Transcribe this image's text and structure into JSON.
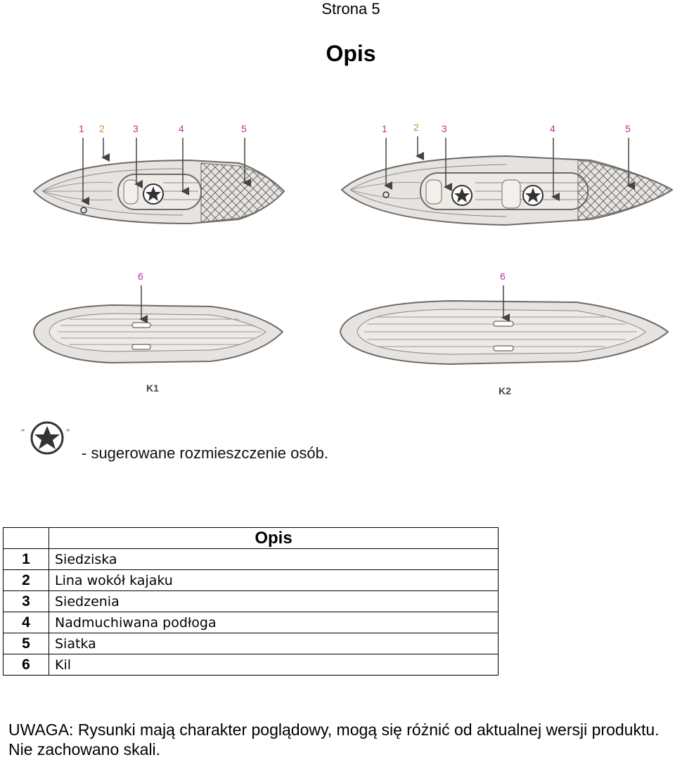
{
  "header": {
    "page": "Strona 5",
    "title": "Opis"
  },
  "figure": {
    "k1_label": "K1",
    "k2_label": "K2",
    "callouts_top": [
      "1",
      "2",
      "3",
      "4",
      "5"
    ],
    "callout_keel": "6",
    "colors": {
      "hull": "#e6e3e0",
      "outline": "#6e6a66",
      "pink": "#c0309a",
      "orange": "#d18a2a"
    }
  },
  "legend": {
    "icon": "star-seat-icon",
    "text": "- sugerowane rozmieszczenie osób."
  },
  "table": {
    "header": "Opis",
    "rows": [
      {
        "num": "1",
        "label": "Siedziska"
      },
      {
        "num": "2",
        "label": "Lina wokół kajaku"
      },
      {
        "num": "3",
        "label": "Siedzenia"
      },
      {
        "num": "4",
        "label": "Nadmuchiwana podłoga"
      },
      {
        "num": "5",
        "label": "Siatka"
      },
      {
        "num": "6",
        "label": "Kil"
      }
    ]
  },
  "note": "UWAGA: Rysunki mają charakter poglądowy, mogą się różnić od aktualnej wersji produktu. Nie zachowano skali."
}
